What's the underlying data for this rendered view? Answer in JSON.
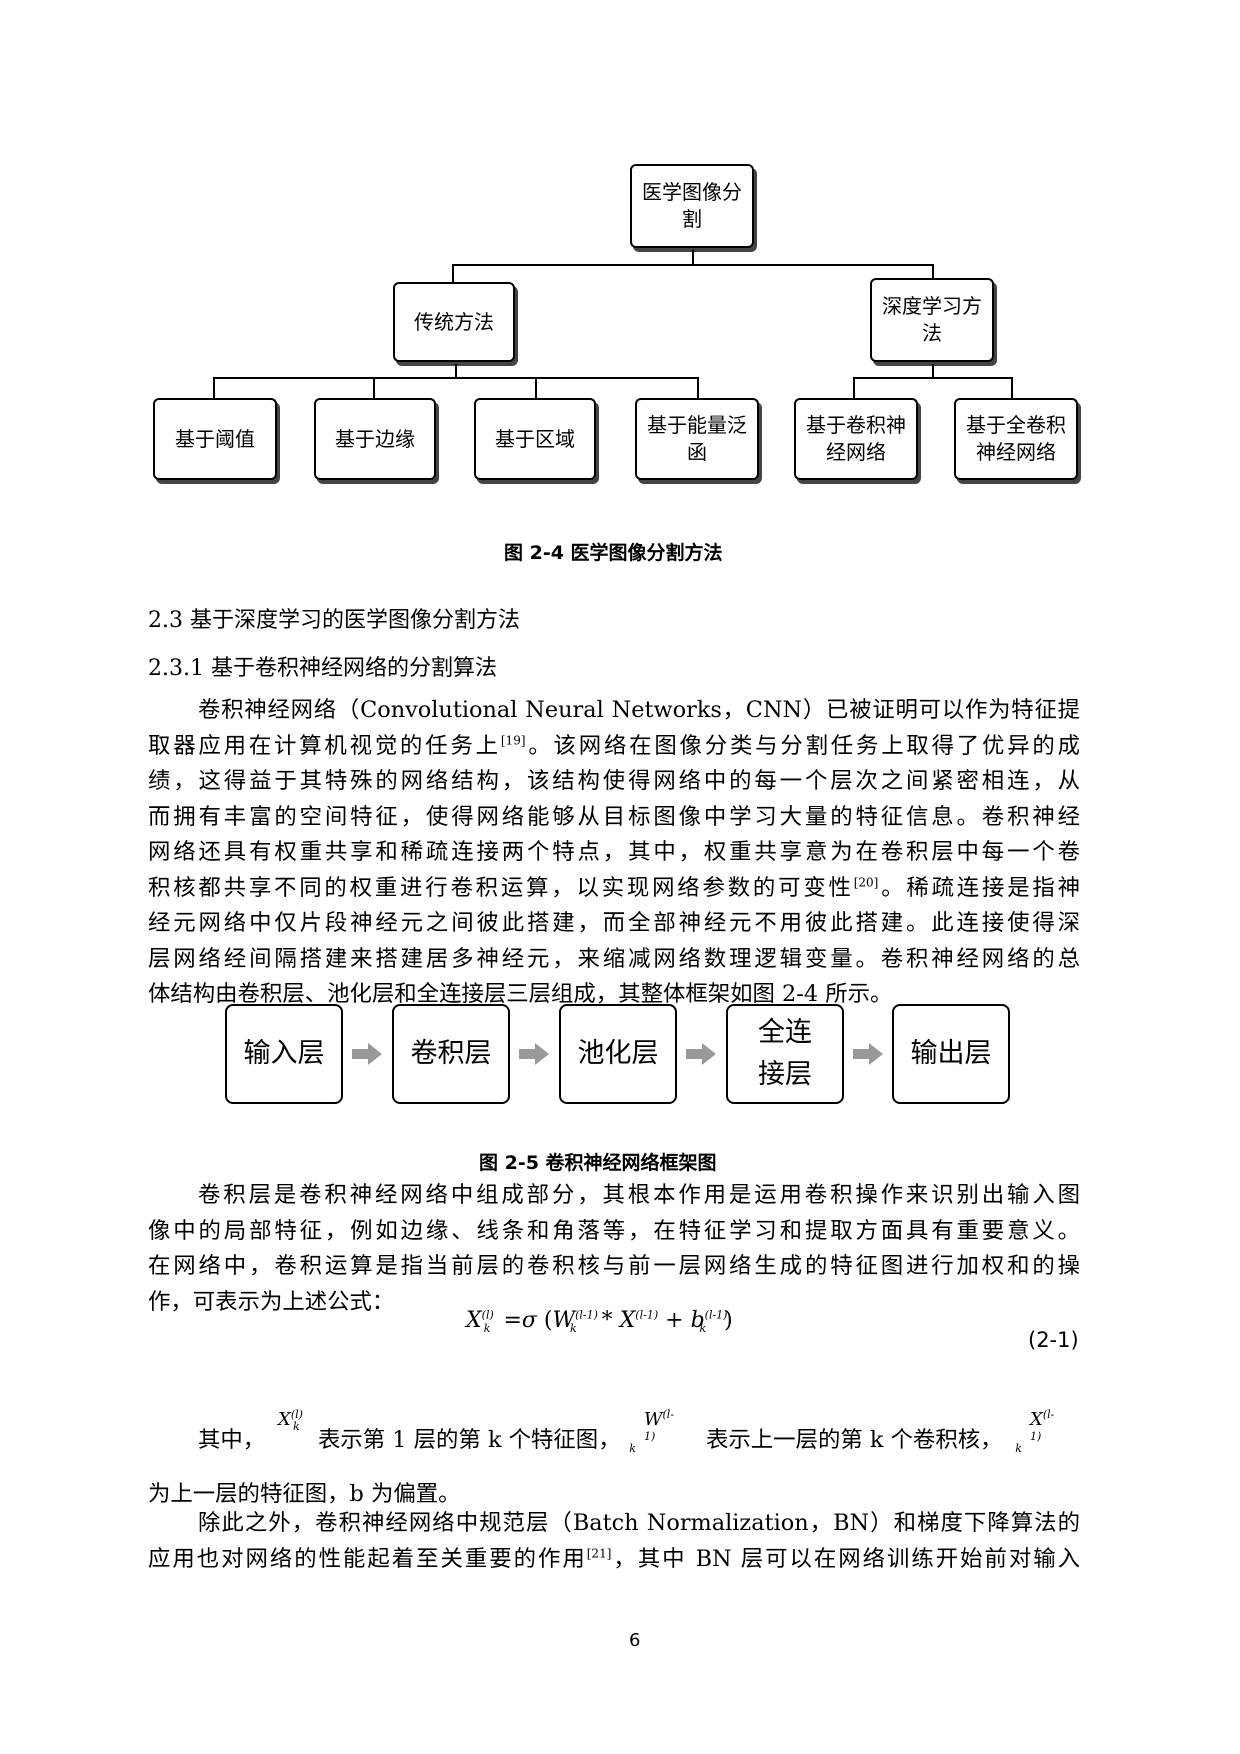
{
  "figure1": {
    "root": "医学图像分\n割",
    "left_branch": "传统方法",
    "right_branch": "深度学习方\n法",
    "leaves": [
      "基于阈值",
      "基于边缘",
      "基于区域",
      "基于能量泛\n函",
      "基于卷积神\n经网络",
      "基于全卷积\n神经网络"
    ],
    "caption": "图 2-4 医学图像分割方法"
  },
  "section_heading": "2.3  基于深度学习的医学图像分割方法",
  "subsection_heading": "2.3.1  基于卷积神经网络的分割算法",
  "para1": [
    "卷积神经网络（Convolutional Neural Networks，CNN）已被证明可以作为特征提",
    "取器应用在计算机视觉的任务上",
    "。该网络在图像分类与分割任务上取得了优异的成",
    "绩，这得益于其特殊的网络结构，该结构使得网络中的每一个层次之间紧密相连，从",
    "而拥有丰富的空间特征，使得网络能够从目标图像中学习大量的特征信息。卷积神经",
    "网络还具有权重共享和稀疏连接两个特点，其中，权重共享意为在卷积层中每一个卷",
    "积核都共享不同的权重进行卷积运算，以实现网络参数的可变性",
    "。稀疏连接是指神",
    "经元网络中仅片段神经元之间彼此搭建，而全部神经元不用彼此搭建。此连接使得深",
    "层网络经间隔搭建来搭建居多神经元，来缩减网络数理逻辑变量。卷积神经网络的总",
    "体结构由卷积层、池化层和全连接层三层组成，其整体框架如图 2-4 所示。"
  ],
  "refs": {
    "r19": "[19]",
    "r20": "[20]",
    "r21": "[21]"
  },
  "figure2": {
    "boxes": [
      "输入层",
      "卷积层",
      "池化层",
      "全连\n接层",
      "输出层"
    ],
    "caption": "图 2-5  卷积神经网络框架图"
  },
  "para2": [
    "卷积层是卷积神经网络中组成部分，其根本作用是运用卷积操作来识别出输入图",
    "像中的局部特征，例如边缘、线条和角落等，在特征学习和提取方面具有重要意义。",
    "在网络中，卷积运算是指当前层的卷积核与前一层网络生成的特征图进行加权和的操",
    "作，可表示为上述公式："
  ],
  "equation": {
    "number": "(2-1)",
    "lhs": "X",
    "sigma": "=σ",
    "W": "W",
    "conv": "*",
    "X": "X",
    "plus": "+",
    "b": "b",
    "sub_k": "k",
    "sup_l": "(l)",
    "sup_l1": "(l-1)"
  },
  "para3": {
    "prefix": "其中，",
    "t1": "表示第 1 层的第 k 个特征图，",
    "t2": "表示上一层的第 k 个卷积核，",
    "line2": "为上一层的特征图，b 为偏置。"
  },
  "para4": [
    "除此之外，卷积神经网络中规范层（Batch Normalization，BN）和梯度下降算法的",
    "应用也对网络的性能起着至关重要的作用",
    "，其中 BN 层可以在网络训练开始前对输入"
  ],
  "page_number": "6"
}
